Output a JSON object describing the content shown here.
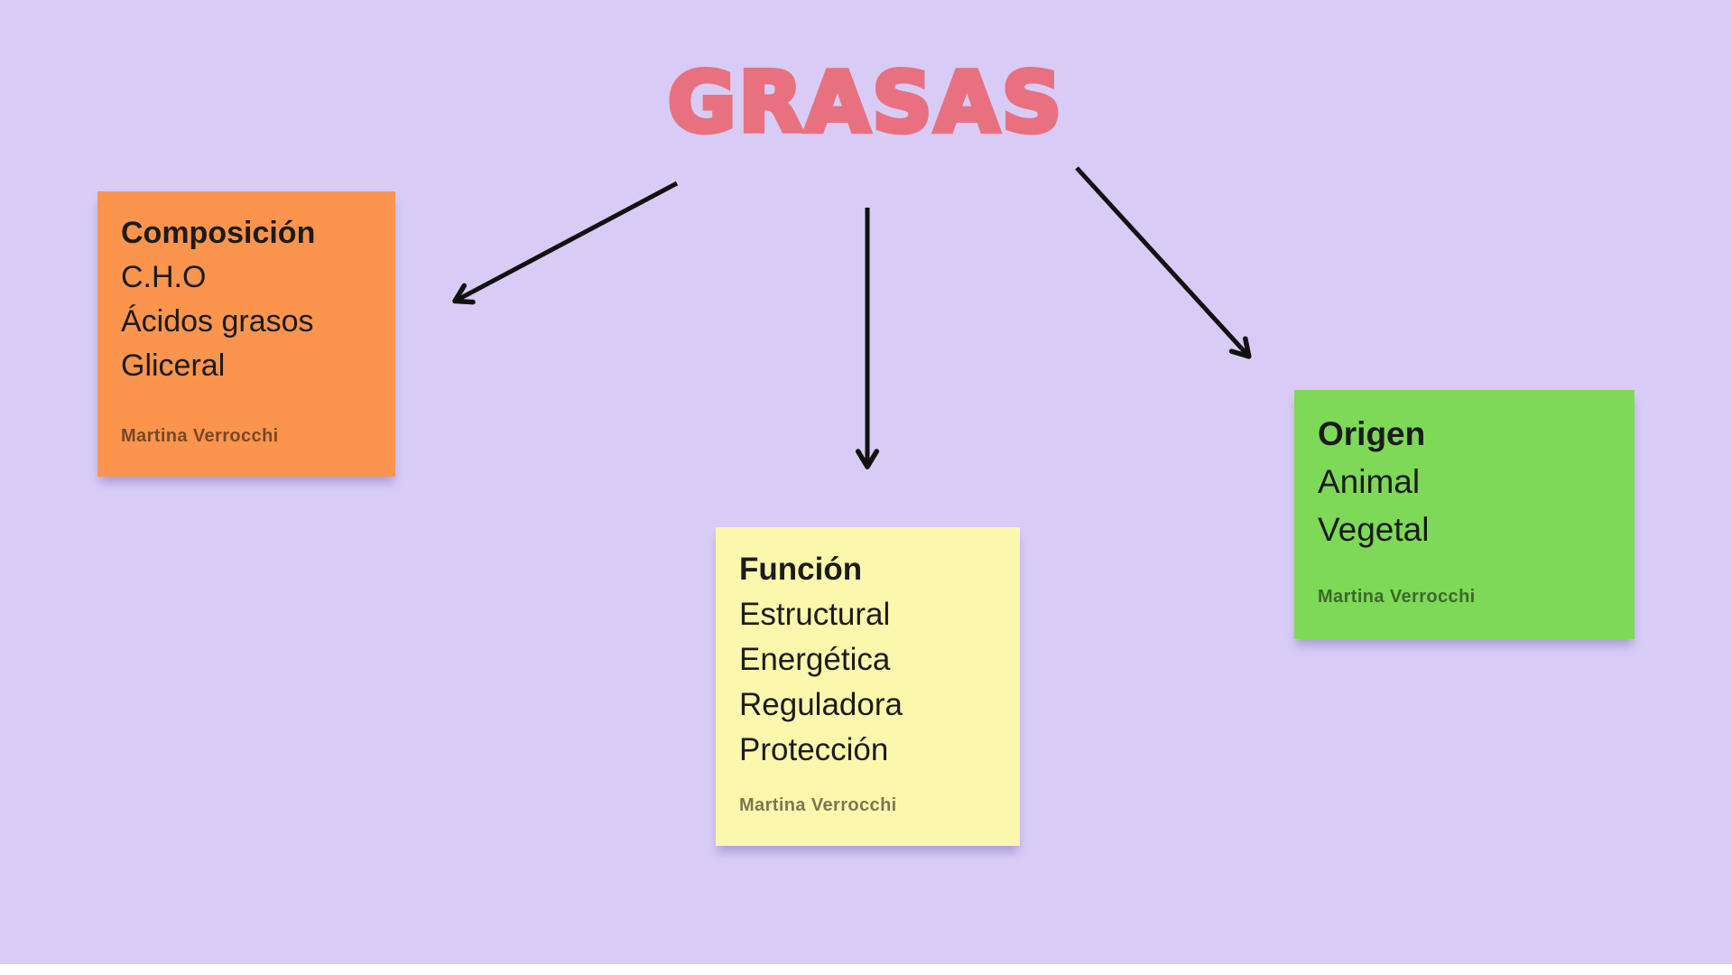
{
  "page": {
    "background": "#d8ccf7",
    "footer_strip_color": "#ffffff"
  },
  "title": {
    "text": "GRASAS",
    "color": "#e8717f"
  },
  "arrows": {
    "color": "#111111",
    "targets": [
      "composicion",
      "funcion",
      "origen"
    ]
  },
  "notes": [
    {
      "heading": "Composición",
      "lines": [
        "C.H.O",
        "Ácidos grasos",
        "Gliceral"
      ],
      "attribution": "Martina Verrocchi",
      "background": "#fb944d"
    },
    {
      "heading": "Función",
      "lines": [
        "Estructural",
        "Energética",
        "Reguladora",
        "Protección"
      ],
      "attribution": "Martina Verrocchi",
      "background": "#fbf7ac"
    },
    {
      "heading": "Origen",
      "lines": [
        "Animal",
        "Vegetal"
      ],
      "attribution": "Martina Verrocchi",
      "background": "#7ed957"
    }
  ]
}
